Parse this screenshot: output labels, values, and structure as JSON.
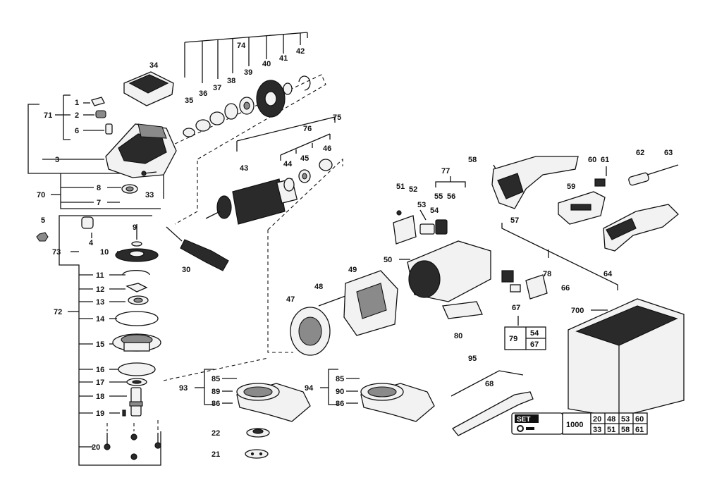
{
  "callouts": {
    "c1": "1",
    "c2": "2",
    "c3": "3",
    "c4": "4",
    "c5": "5",
    "c6": "6",
    "c7": "7",
    "c8": "8",
    "c9": "9",
    "c10": "10",
    "c11": "11",
    "c12": "12",
    "c13": "13",
    "c14": "14",
    "c15": "15",
    "c16": "16",
    "c17": "17",
    "c18": "18",
    "c19": "19",
    "c20": "20",
    "c21": "21",
    "c22": "22",
    "c30": "30",
    "c33": "33",
    "c34": "34",
    "c35": "35",
    "c36": "36",
    "c37": "37",
    "c38": "38",
    "c39": "39",
    "c40": "40",
    "c41": "41",
    "c42": "42",
    "c43": "43",
    "c44": "44",
    "c45": "45",
    "c46": "46",
    "c47": "47",
    "c48": "48",
    "c49": "49",
    "c50": "50",
    "c51": "51",
    "c52": "52",
    "c53": "53",
    "c54": "54",
    "c55": "55",
    "c56": "56",
    "c57": "57",
    "c58": "58",
    "c59": "59",
    "c60": "60",
    "c61": "61",
    "c62": "62",
    "c63": "63",
    "c64": "64",
    "c66": "66",
    "c67": "67",
    "c68": "68",
    "c70": "70",
    "c71": "71",
    "c72": "72",
    "c73": "73",
    "c74": "74",
    "c75": "75",
    "c76": "76",
    "c77": "77",
    "c78": "78",
    "c80": "80",
    "c85a": "85",
    "c85b": "85",
    "c86a": "86",
    "c86b": "86",
    "c89": "89",
    "c90": "90",
    "c93": "93",
    "c94": "94",
    "c95": "95",
    "c700": "700"
  },
  "kit_box": {
    "label": "79",
    "row1": [
      "54"
    ],
    "row2": [
      "67"
    ]
  },
  "set_box": {
    "badge": "SET",
    "number": "1000",
    "row1": [
      "20",
      "48",
      "53",
      "60"
    ],
    "row2": [
      "33",
      "51",
      "58",
      "61"
    ]
  }
}
